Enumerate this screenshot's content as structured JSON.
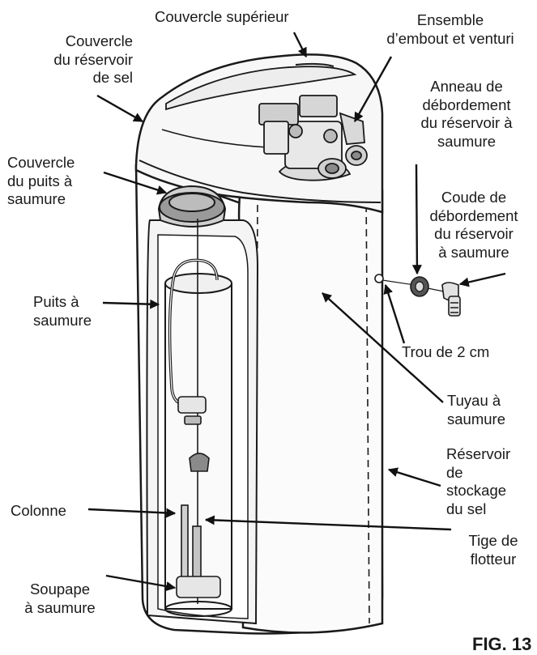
{
  "labels": {
    "top_cover": "Couvercle supérieur",
    "nozzle_venturi_1": "Ensemble",
    "nozzle_venturi_2": "d’embout et venturi",
    "salt_lid_1": "Couvercle",
    "salt_lid_2": "du réservoir",
    "salt_lid_3": "de sel",
    "overflow_ring_1": "Anneau de",
    "overflow_ring_2": "débordement",
    "overflow_ring_3": "du réservoir à",
    "overflow_ring_4": "saumure",
    "brine_well_cover_1": "Couvercle",
    "brine_well_cover_2": "du puits à",
    "brine_well_cover_3": "saumure",
    "overflow_elbow_1": "Coude de",
    "overflow_elbow_2": "débordement",
    "overflow_elbow_3": "du réservoir",
    "overflow_elbow_4": "à saumure",
    "brine_well_1": "Puits à",
    "brine_well_2": "saumure",
    "hole": "Trou de 2 cm",
    "brine_tube_1": "Tuyau à",
    "brine_tube_2": "saumure",
    "salt_tank_1": "Réservoir",
    "salt_tank_2": "de",
    "salt_tank_3": "stockage",
    "salt_tank_4": "du sel",
    "column": "Colonne",
    "float_rod_1": "Tige de",
    "float_rod_2": "flotteur",
    "brine_valve_1": "Soupape",
    "brine_valve_2": "à saumure"
  },
  "figure_label": "FIG. 13"
}
